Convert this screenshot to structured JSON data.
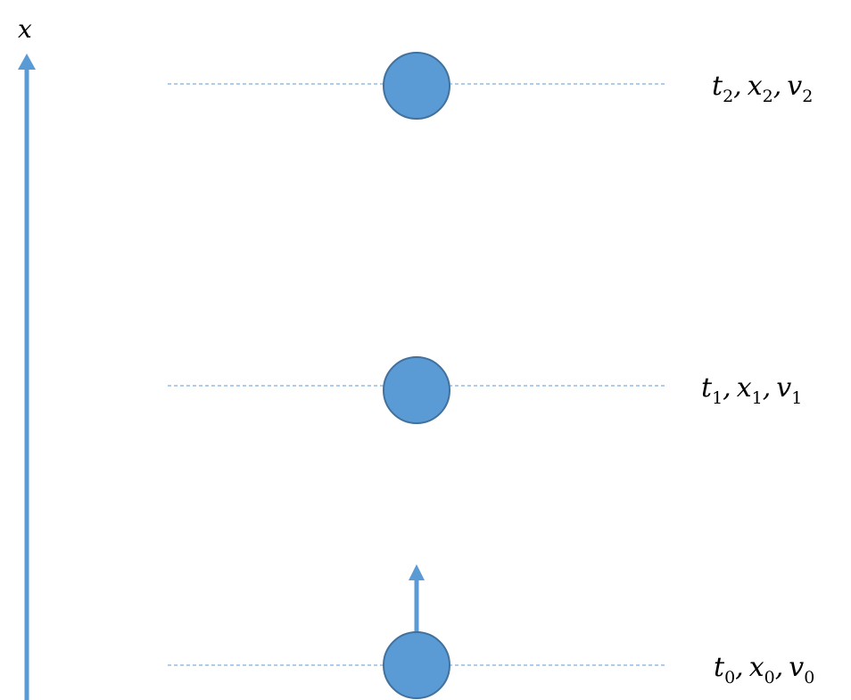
{
  "axis": {
    "label": "x",
    "color": "#5b9bd5"
  },
  "colors": {
    "ball_fill": "#5b9bd5",
    "ball_stroke": "#41719c",
    "guide_line": "#5b9bd5",
    "arrow": "#5b9bd5"
  },
  "states": [
    {
      "symbol_t": "t",
      "sub_t": "2",
      "symbol_x": "x",
      "sub_x": "2",
      "symbol_v": "v",
      "sub_v": "2",
      "sep_1": ",",
      "sep_2": ","
    },
    {
      "symbol_t": "t",
      "sub_t": "1",
      "symbol_x": "x",
      "sub_x": "1",
      "symbol_v": "v",
      "sub_v": "1",
      "sep_1": ",",
      "sep_2": ","
    },
    {
      "symbol_t": "t",
      "sub_t": "0",
      "symbol_x": "x",
      "sub_x": "0",
      "symbol_v": "v",
      "sub_v": "0",
      "sep_1": ",",
      "sep_2": ","
    }
  ]
}
